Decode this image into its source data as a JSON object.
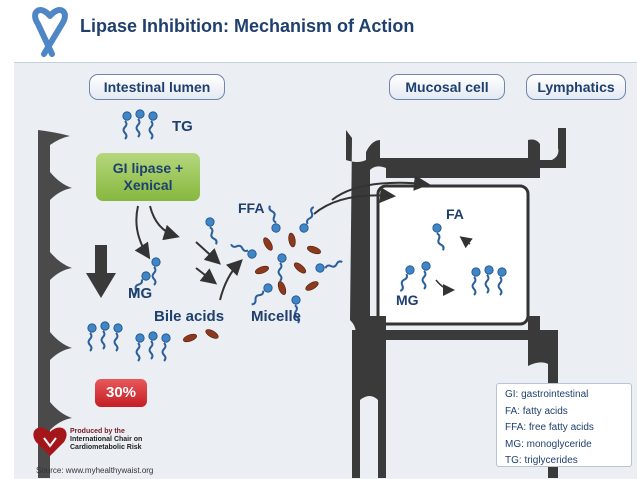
{
  "title": "Lipase Inhibition: Mechanism of Action",
  "regions": {
    "lumen": "Intestinal lumen",
    "mucosal": "Mucosal cell",
    "lymphatics": "Lymphatics"
  },
  "labels": {
    "tg": "TG",
    "ffa": "FFA",
    "fa": "FA",
    "mg_lumen": "MG",
    "mg_cell": "MG",
    "bile_acids": "Bile acids",
    "micelle": "Micelle"
  },
  "enzyme_box": {
    "line1": "GI lipase +",
    "line2": "Xenical"
  },
  "reduction_badge": "30%",
  "legend": [
    "GI: gastrointestinal",
    "FA: fatty acids",
    "FFA: free fatty acids",
    "MG: monoglyceride",
    "TG: triglycerides"
  ],
  "producer": {
    "line1": "Produced by the",
    "line2": "International Chair on",
    "line3": "Cardiometabolic Risk"
  },
  "source": "Source: www.myhealthywaist.org",
  "colors": {
    "title": "#1f3f6e",
    "lipid_head": "#3f86c9",
    "bile_acid": "#8b3a1e",
    "enzyme_box": "#86b83f",
    "badge": "#c41e24"
  }
}
